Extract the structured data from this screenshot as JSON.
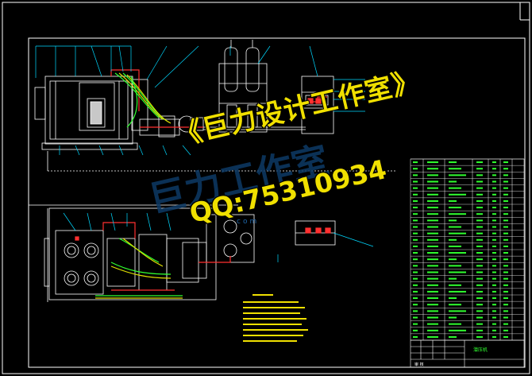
{
  "watermark": {
    "title": "《巨力设计工作室》",
    "qq": "QQ:75310934",
    "ghost": "巨力工作室",
    "domain": "com"
  },
  "colors": {
    "background": "#000000",
    "frame": "#ffffff",
    "machine": "#ffffff",
    "pipe_red": "#ff3030",
    "cable_green": "#30ff30",
    "cable_yellow": "#e0e000",
    "leader": "#00d8ff",
    "notes": "#f0e000",
    "table_green": "#30ff30",
    "table_line": "#ffffff"
  },
  "title_block": {
    "name_text": "潜压机",
    "bottom_left": "审 核"
  }
}
